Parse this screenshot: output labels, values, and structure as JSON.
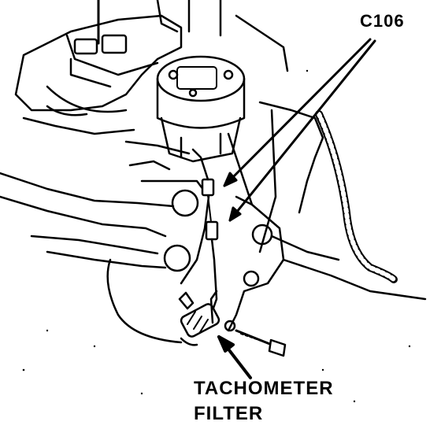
{
  "labels": {
    "connector": "C106",
    "component_line1": "TACHOMETER",
    "component_line2": "FILTER"
  }
}
